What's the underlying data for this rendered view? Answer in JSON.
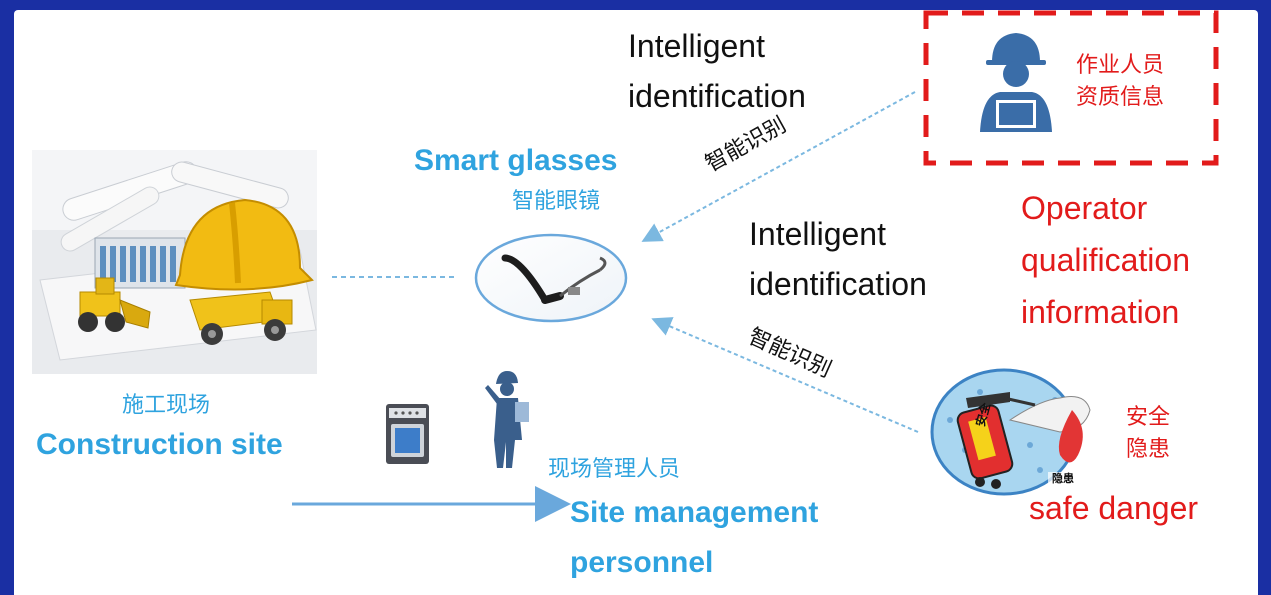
{
  "colors": {
    "background": "#1a2fa3",
    "panel": "#ffffff",
    "accent_blue": "#2fa3df",
    "danger_red": "#e21b1b",
    "text": "#111111"
  },
  "icons": [
    "construction-site-illustration",
    "smart-glasses-icon",
    "operator-worker-icon",
    "fire-extinguisher-safety-icon",
    "control-panel-icon",
    "site-manager-icon"
  ],
  "smart_glasses": {
    "label_en": "Smart glasses",
    "label_zh": "智能眼镜"
  },
  "construction_site": {
    "label_zh": "施工现场",
    "label_en": "Construction site"
  },
  "operator": {
    "label_zh_line1": "作业人员",
    "label_zh_line2": "资质信息",
    "label_en_line1": "Operator",
    "label_en_line2": "qualification",
    "label_en_line3": "information"
  },
  "identification_top": {
    "label_en_line1": "Intelligent",
    "label_en_line2": "identification",
    "label_zh": "智能识别"
  },
  "identification_mid": {
    "label_en_line1": "Intelligent",
    "label_en_line2": "identification",
    "label_zh": "智能识别"
  },
  "safety": {
    "label_zh_line1": "安全",
    "label_zh_line2": "隐患",
    "label_en": "safe danger",
    "extinguisher_text": "安全",
    "flame_text": "隐患"
  },
  "site_manager": {
    "label_zh": "现场管理人员",
    "label_en_line1": "Site management",
    "label_en_line2": "personnel"
  }
}
